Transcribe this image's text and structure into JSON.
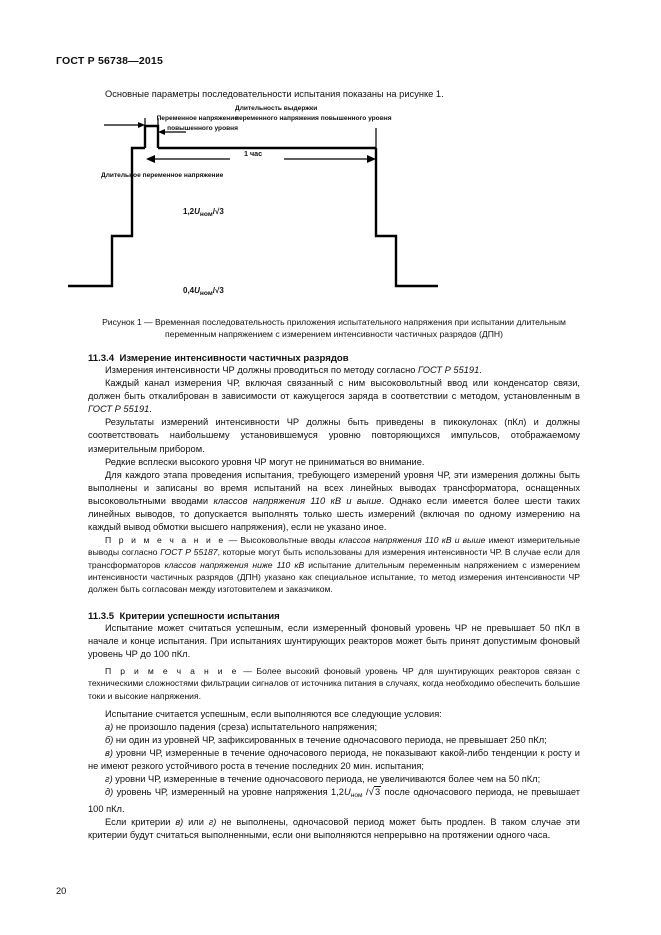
{
  "document": {
    "standard_header": "ГОСТ Р 56738—2015",
    "page_number": "20"
  },
  "intro": {
    "line": "Основные параметры последовательности испытания показаны на рисунке 1."
  },
  "figure": {
    "labels": {
      "elevated_voltage_l1": "Переменное напряжение",
      "elevated_voltage_l2": "повышенного уровня",
      "hold_duration_l1": "Длительность выдержки",
      "hold_duration_l2": "переменного напряжения повышенного уровня",
      "long_duration_voltage": "Длительное переменное напряжение",
      "one_hour": "1 час",
      "level_high_pre": "1,2",
      "level_high_u": "U",
      "level_high_sub": "ном",
      "level_high_post": "/√3",
      "level_low_pre": "0,4",
      "level_low_u": "U",
      "level_low_sub": "ном",
      "level_low_post": "/√3"
    },
    "caption_l1": "Рисунок 1 — Временная последовательность приложения испытательного напряжения при испытании",
    "caption_l2": "длительным переменным напряжением с измерением интенсивности частичных разрядов (ДПН)"
  },
  "section_1134": {
    "heading_num": "11.3.4",
    "heading_text": "Измерение интенсивности частичных разрядов",
    "p1_a": "Измерения интенсивности ЧР должны проводиться по методу согласно ",
    "p1_ref": "ГОСТ Р 55191",
    "p1_b": ".",
    "p2_a": "Каждый канал измерения ЧР, включая связанный с ним высоковольтный ввод или конденсатор связи, должен быть откалиброван в зависимости от кажущегося заряда в соответствии с методом, установленным в ",
    "p2_ref": "ГОСТ Р 55191",
    "p2_b": ".",
    "p3": "Результаты измерений интенсивности ЧР должны быть приведены в пикокулонах (пКл) и должны соответствовать наибольшему установившемуся уровню повторяющихся импульсов, отображаемому измерительным прибором.",
    "p4": "Редкие всплески высокого уровня ЧР могут не приниматься во внимание.",
    "p5_a": "Для каждого этапа проведения испытания, требующего измерений уровня ЧР, эти измерения должны быть выполнены и записаны во время испытаний на всех линейных выводах трансформатора, оснащенных высоковольтными вводами ",
    "p5_it": "классов напряжения 110 кВ и выше",
    "p5_b": ". Однако если имеется более шести таких линейных выводов, то допускается выполнять только шесть измерений (включая по одному измерению на каждый вывод обмотки высшего напряжения), если не указано иное.",
    "note_label": "П р и м е ч а н и е",
    "note_dash": " — ",
    "note_a": "Высоковольтные вводы ",
    "note_it1": "классов напряжения 110 кВ и выше",
    "note_b": " имеют измерительные выводы согласно ",
    "note_ref": "ГОСТ Р 55187",
    "note_c": ", которые могут быть использованы для измерения интенсивности ЧР. В случае если для трансформаторов ",
    "note_it2": "классов напряжения ниже 110 кВ",
    "note_d": " испытание длительным переменным напряжением с измерением интенсивности частичных разрядов (ДПН) указано как специальное испытание, то метод измерения интенсивности ЧР должен быть согласован между изготовителем и заказчиком."
  },
  "section_1135": {
    "heading_num": "11.3.5",
    "heading_text": "Критерии успешности испытания",
    "p1": "Испытание может считаться успешным, если измеренный фоновый уровень ЧР не превышает 50 пКл в начале и конце испытания. При испытаниях шунтирующих реакторов может быть принят допустимым фоновый уровень ЧР до 100 пКл.",
    "note_label": "П р и м е ч а н и е",
    "note_dash": " — ",
    "note_text": "Более высокий фоновый уровень ЧР для шунтирующих реакторов связан с техническими сложностями фильтрации сигналов от источника питания в случаях, когда необходимо обеспечить большие токи и высокие напряжения.",
    "p2": "Испытание считается успешным, если выполняются все следующие условия:",
    "items": [
      {
        "marker": "а)",
        "text": " не произошло падения (среза) испытательного напряжения;"
      },
      {
        "marker": "б)",
        "text": " ни один из уровней ЧР, зафиксированных в течение одночасового периода, не превышает 250 пКл;"
      },
      {
        "marker": "в)",
        "text": " уровни ЧР, измеренные в течение одночасового периода, не показывают какой-либо тенденции к росту и не имеют резкого устойчивого роста в течение последних 20 мин. испытания;"
      },
      {
        "marker": "г)",
        "text": " уровни ЧР, измеренные в течение одночасового периода, не увеличиваются более чем на 50 пКл;"
      }
    ],
    "item_d_marker": "д)",
    "item_d_a": " уровень ЧР, измеренный на уровне напряжения 1,2",
    "item_d_u": "U",
    "item_d_sub": "ном",
    "item_d_b": " после одночасового периода, не превышает 100 пКл.",
    "p_last_a": "Если критерии ",
    "p_last_it1": "в)",
    "p_last_b": " или ",
    "p_last_it2": "г)",
    "p_last_c": " не выполнены, одночасовой период может быть продлен. В таком случае эти критерии будут считаться выполненными, если они выполняются непрерывно на протяжении одного часа."
  }
}
